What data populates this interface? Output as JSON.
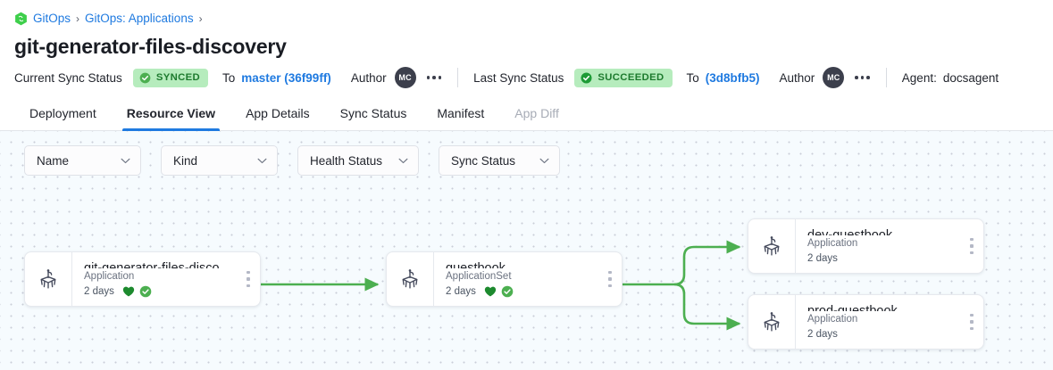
{
  "breadcrumb": {
    "logo_icon": "gitops-hexagon-icon",
    "items": [
      {
        "label": "GitOps",
        "link": true
      },
      {
        "label": "GitOps: Applications",
        "link": true
      }
    ],
    "separator": "›"
  },
  "page_title": "git-generator-files-discovery",
  "statusbar": {
    "current_sync_label": "Current Sync Status",
    "current_sync_badge": "SYNCED",
    "current_to_word": "To",
    "current_revision": "master (36f99ff)",
    "current_author_label": "Author",
    "current_author_initials": "MC",
    "last_sync_label": "Last Sync Status",
    "last_sync_badge": "SUCCEEDED",
    "last_to_word": "To",
    "last_revision": "(3d8bfb5)",
    "last_author_label": "Author",
    "last_author_initials": "MC",
    "agent_label": "Agent:",
    "agent_value": "docsagent",
    "badge_bg": "#b6ecbd",
    "badge_fg": "#1d7a2e",
    "link_color": "#1f7ae0"
  },
  "tabs": [
    {
      "label": "Deployment",
      "active": false,
      "disabled": false
    },
    {
      "label": "Resource View",
      "active": true,
      "disabled": false
    },
    {
      "label": "App Details",
      "active": false,
      "disabled": false
    },
    {
      "label": "Sync Status",
      "active": false,
      "disabled": false
    },
    {
      "label": "Manifest",
      "active": false,
      "disabled": false
    },
    {
      "label": "App Diff",
      "active": false,
      "disabled": true
    }
  ],
  "filters": [
    {
      "label": "Name",
      "icon": "chevron-down-icon"
    },
    {
      "label": "Kind",
      "icon": "chevron-down-icon"
    },
    {
      "label": "Health Status",
      "icon": "chevron-down-icon"
    },
    {
      "label": "Sync Status",
      "icon": "chevron-down-icon"
    }
  ],
  "graph": {
    "edge_color": "#4caf50",
    "nodes": [
      {
        "id": "root",
        "title": "git-generator-files-disco…",
        "kind": "Application",
        "age": "2 days",
        "health": "healthy",
        "sync": "synced",
        "icon": "argo-application-icon"
      },
      {
        "id": "appset",
        "title": "guestbook",
        "kind": "ApplicationSet",
        "age": "2 days",
        "health": "healthy",
        "sync": "synced",
        "icon": "argo-application-icon"
      },
      {
        "id": "dev",
        "title": "dev-guestbook",
        "kind": "Application",
        "age": "2 days",
        "health": null,
        "sync": null,
        "icon": "argo-application-icon"
      },
      {
        "id": "prod",
        "title": "prod-guestbook",
        "kind": "Application",
        "age": "2 days",
        "health": null,
        "sync": null,
        "icon": "argo-application-icon"
      }
    ]
  }
}
